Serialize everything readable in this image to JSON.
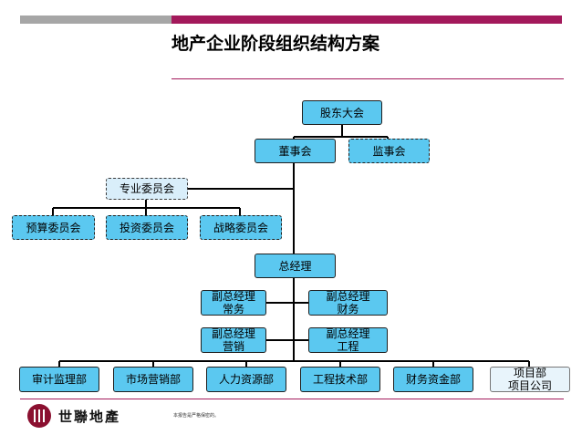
{
  "title": "地产企业阶段组织结构方案",
  "nodes": {
    "shareholders": "股东大会",
    "board": "董事会",
    "supervisors": "监事会",
    "committees": "专业委员会",
    "budget": "预算委员会",
    "investment": "投资委员会",
    "strategy": "战略委员会",
    "gm": "总经理",
    "vgm_exec": "副总经理\n常务",
    "vgm_finance": "副总经理\n财务",
    "vgm_marketing": "副总经理\n营销",
    "vgm_engineering": "副总经理\n工程",
    "audit": "审计监理部",
    "marketing_dept": "市场营销部",
    "hr": "人力资源部",
    "engineering_dept": "工程技术部",
    "finance_dept": "财务资金部",
    "projects": "项目部\n项目公司"
  },
  "logo": {
    "text": "世聯地產"
  },
  "footnote": "本报告是严格保密的。"
}
